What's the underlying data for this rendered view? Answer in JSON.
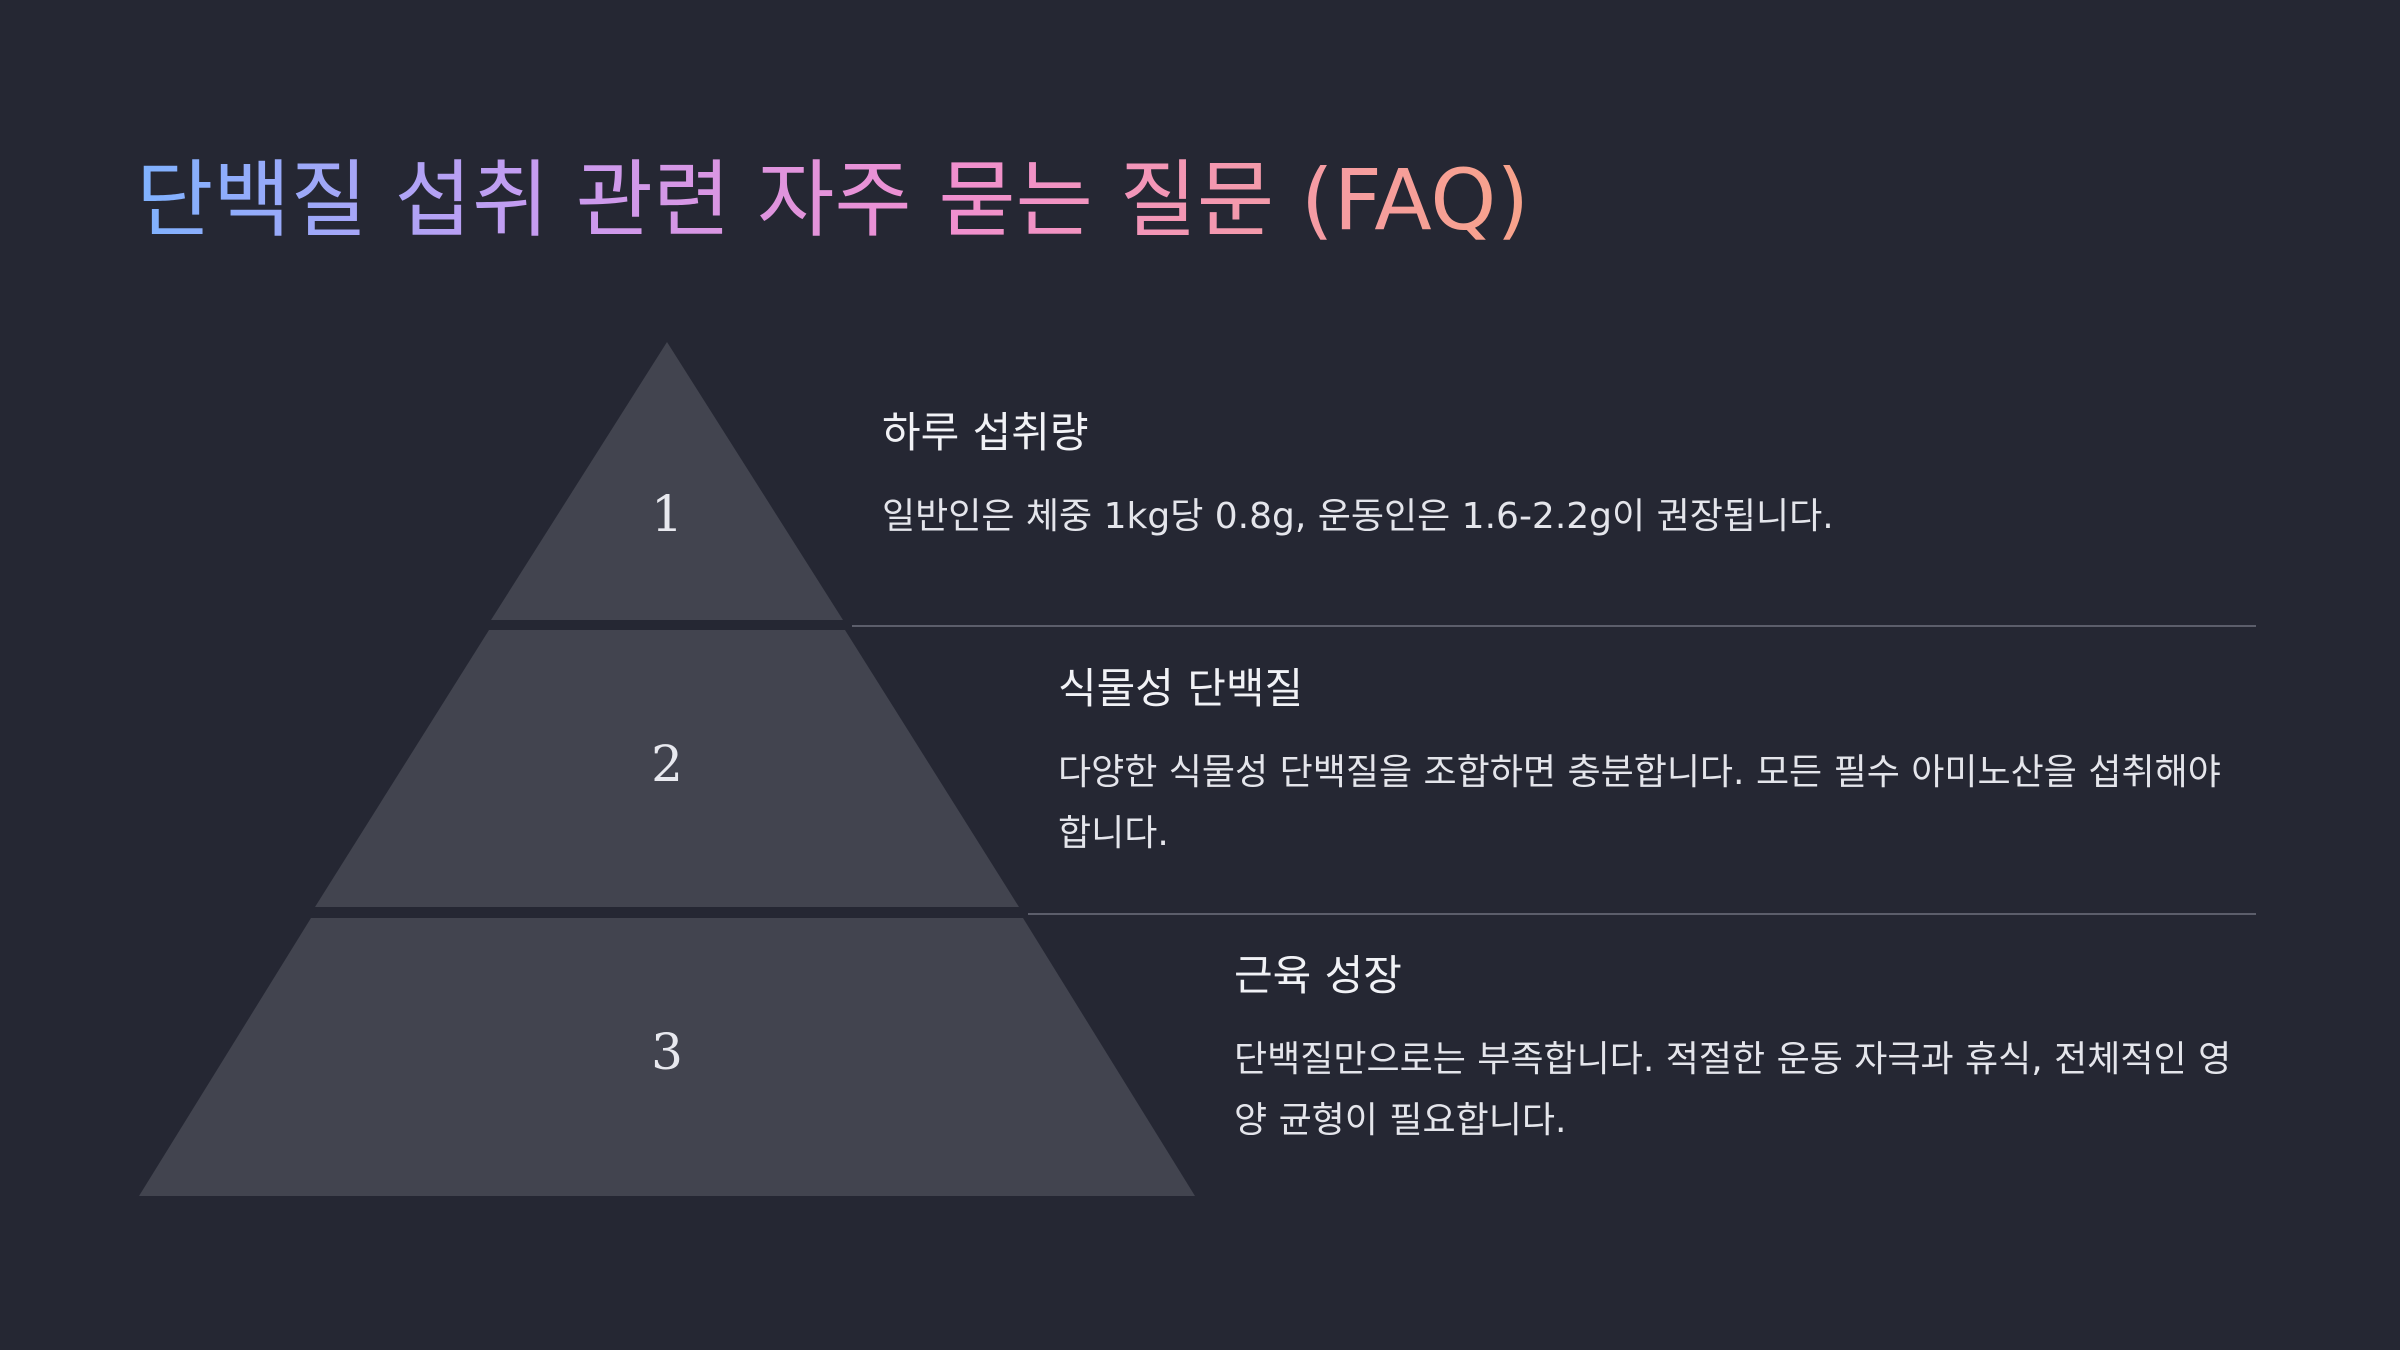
{
  "slide": {
    "title": "단백질 섭취 관련 자주 묻는 질문 (FAQ)",
    "colors": {
      "background": "#252733",
      "tier_fill": "#42444f",
      "divider": "#5c5e6b",
      "title_gradient": [
        "#7fb2ff",
        "#c99bf0",
        "#f08fd0",
        "#f8a38a"
      ]
    }
  },
  "tiers": [
    {
      "number": "1",
      "title": "하루 섭취량",
      "description": "일반인은 체중 1kg당 0.8g, 운동인은 1.6-2.2g이 권장됩니다."
    },
    {
      "number": "2",
      "title": "식물성 단백질",
      "description": "다양한 식물성 단백질을 조합하면 충분합니다. 모든 필수 아미노산을 섭취해야 합니다."
    },
    {
      "number": "3",
      "title": "근육 성장",
      "description": "단백질만으로는 부족합니다. 적절한 운동 자극과 휴식, 전체적인 영양 균형이 필요합니다."
    }
  ]
}
